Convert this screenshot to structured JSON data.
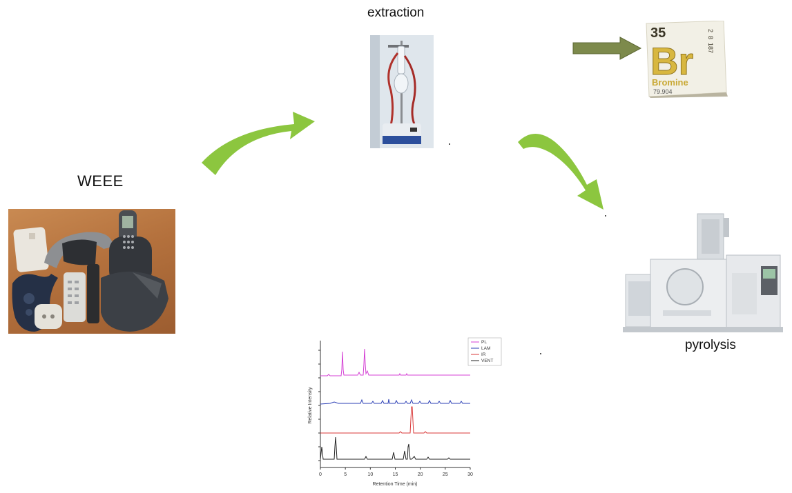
{
  "labels": {
    "weee": "WEEE",
    "extraction": "extraction",
    "pyrolysis": "pyrolysis"
  },
  "bromine": {
    "atomic_number": "35",
    "symbol": "Br",
    "name": "Bromine",
    "mass": "79.904",
    "shells": "2\n8\n18\n7"
  },
  "chromatogram": {
    "xlabel": "Retention Time (min)",
    "ylabel": "Relative Intensity",
    "xticks": [
      "0",
      "5",
      "10",
      "15",
      "20",
      "25",
      "30"
    ],
    "legend": [
      {
        "name": "PL",
        "color": "#d43fd4"
      },
      {
        "name": "LAM",
        "color": "#2b3fb5"
      },
      {
        "name": "IR",
        "color": "#d93a3a"
      },
      {
        "name": "VENT",
        "color": "#222222"
      }
    ]
  },
  "colors": {
    "green_arrow": "#8cc63f",
    "olive_arrow": "#7d8a4c"
  }
}
